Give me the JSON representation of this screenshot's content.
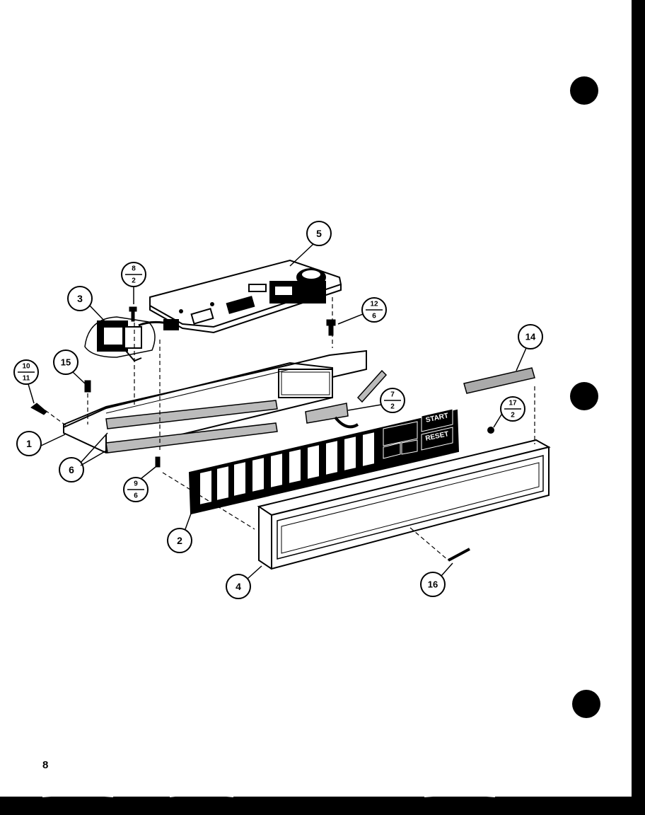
{
  "page_number": "8",
  "callouts": {
    "c1": "1",
    "c2": "2",
    "c3": "3",
    "c4": "4",
    "c5": "5",
    "c6": "6",
    "c14": "14",
    "c15": "15",
    "c16": "16",
    "f8_top": "8",
    "f8_bot": "2",
    "f12_top": "12",
    "f12_bot": "6",
    "f10_top": "10",
    "f10_bot": "11",
    "f7_top": "7",
    "f7_bot": "2",
    "f17_top": "17",
    "f17_bot": "2",
    "f9_top": "9",
    "f9_bot": "6"
  },
  "panel_buttons": {
    "start": "START",
    "reset": "RESET"
  },
  "colors": {
    "ink": "#000000",
    "paper": "#ffffff"
  }
}
